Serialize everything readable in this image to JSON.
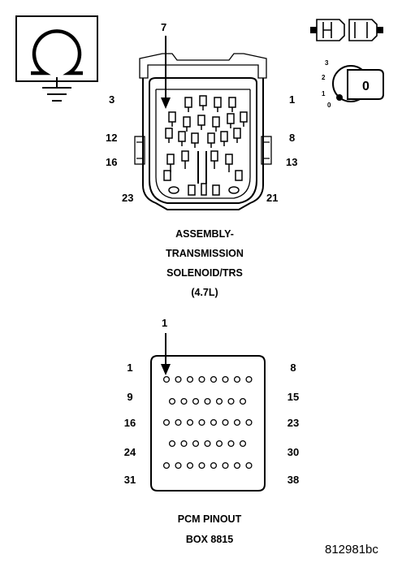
{
  "ohmmeter_icon": {
    "name": "ohm-meter-icon",
    "symbol": "Ω"
  },
  "ignition_icon": {
    "connector_name": "disconnected-connector-icon",
    "key_name": "ignition-key-icon",
    "positions": [
      "3",
      "2",
      "1",
      "0"
    ],
    "key_label": "0"
  },
  "connector_top": {
    "pointer_label": "7",
    "pins": {
      "p3": "3",
      "p1": "1",
      "p12": "12",
      "p8": "8",
      "p16": "16",
      "p13": "13",
      "p23": "23",
      "p21": "21"
    },
    "caption_lines": [
      "ASSEMBLY-",
      "TRANSMISSION",
      "SOLENOID/TRS",
      "(4.7L)"
    ]
  },
  "connector_bottom": {
    "pointer_label": "1",
    "rows": [
      {
        "left": "1",
        "right": "8",
        "holes": 8
      },
      {
        "left": "9",
        "right": "15",
        "holes": 7
      },
      {
        "left": "16",
        "right": "23",
        "holes": 8
      },
      {
        "left": "24",
        "right": "30",
        "holes": 7
      },
      {
        "left": "31",
        "right": "38",
        "holes": 8
      }
    ],
    "caption_lines": [
      "PCM PINOUT",
      "BOX 8815"
    ]
  },
  "reference_code": "812981bc"
}
